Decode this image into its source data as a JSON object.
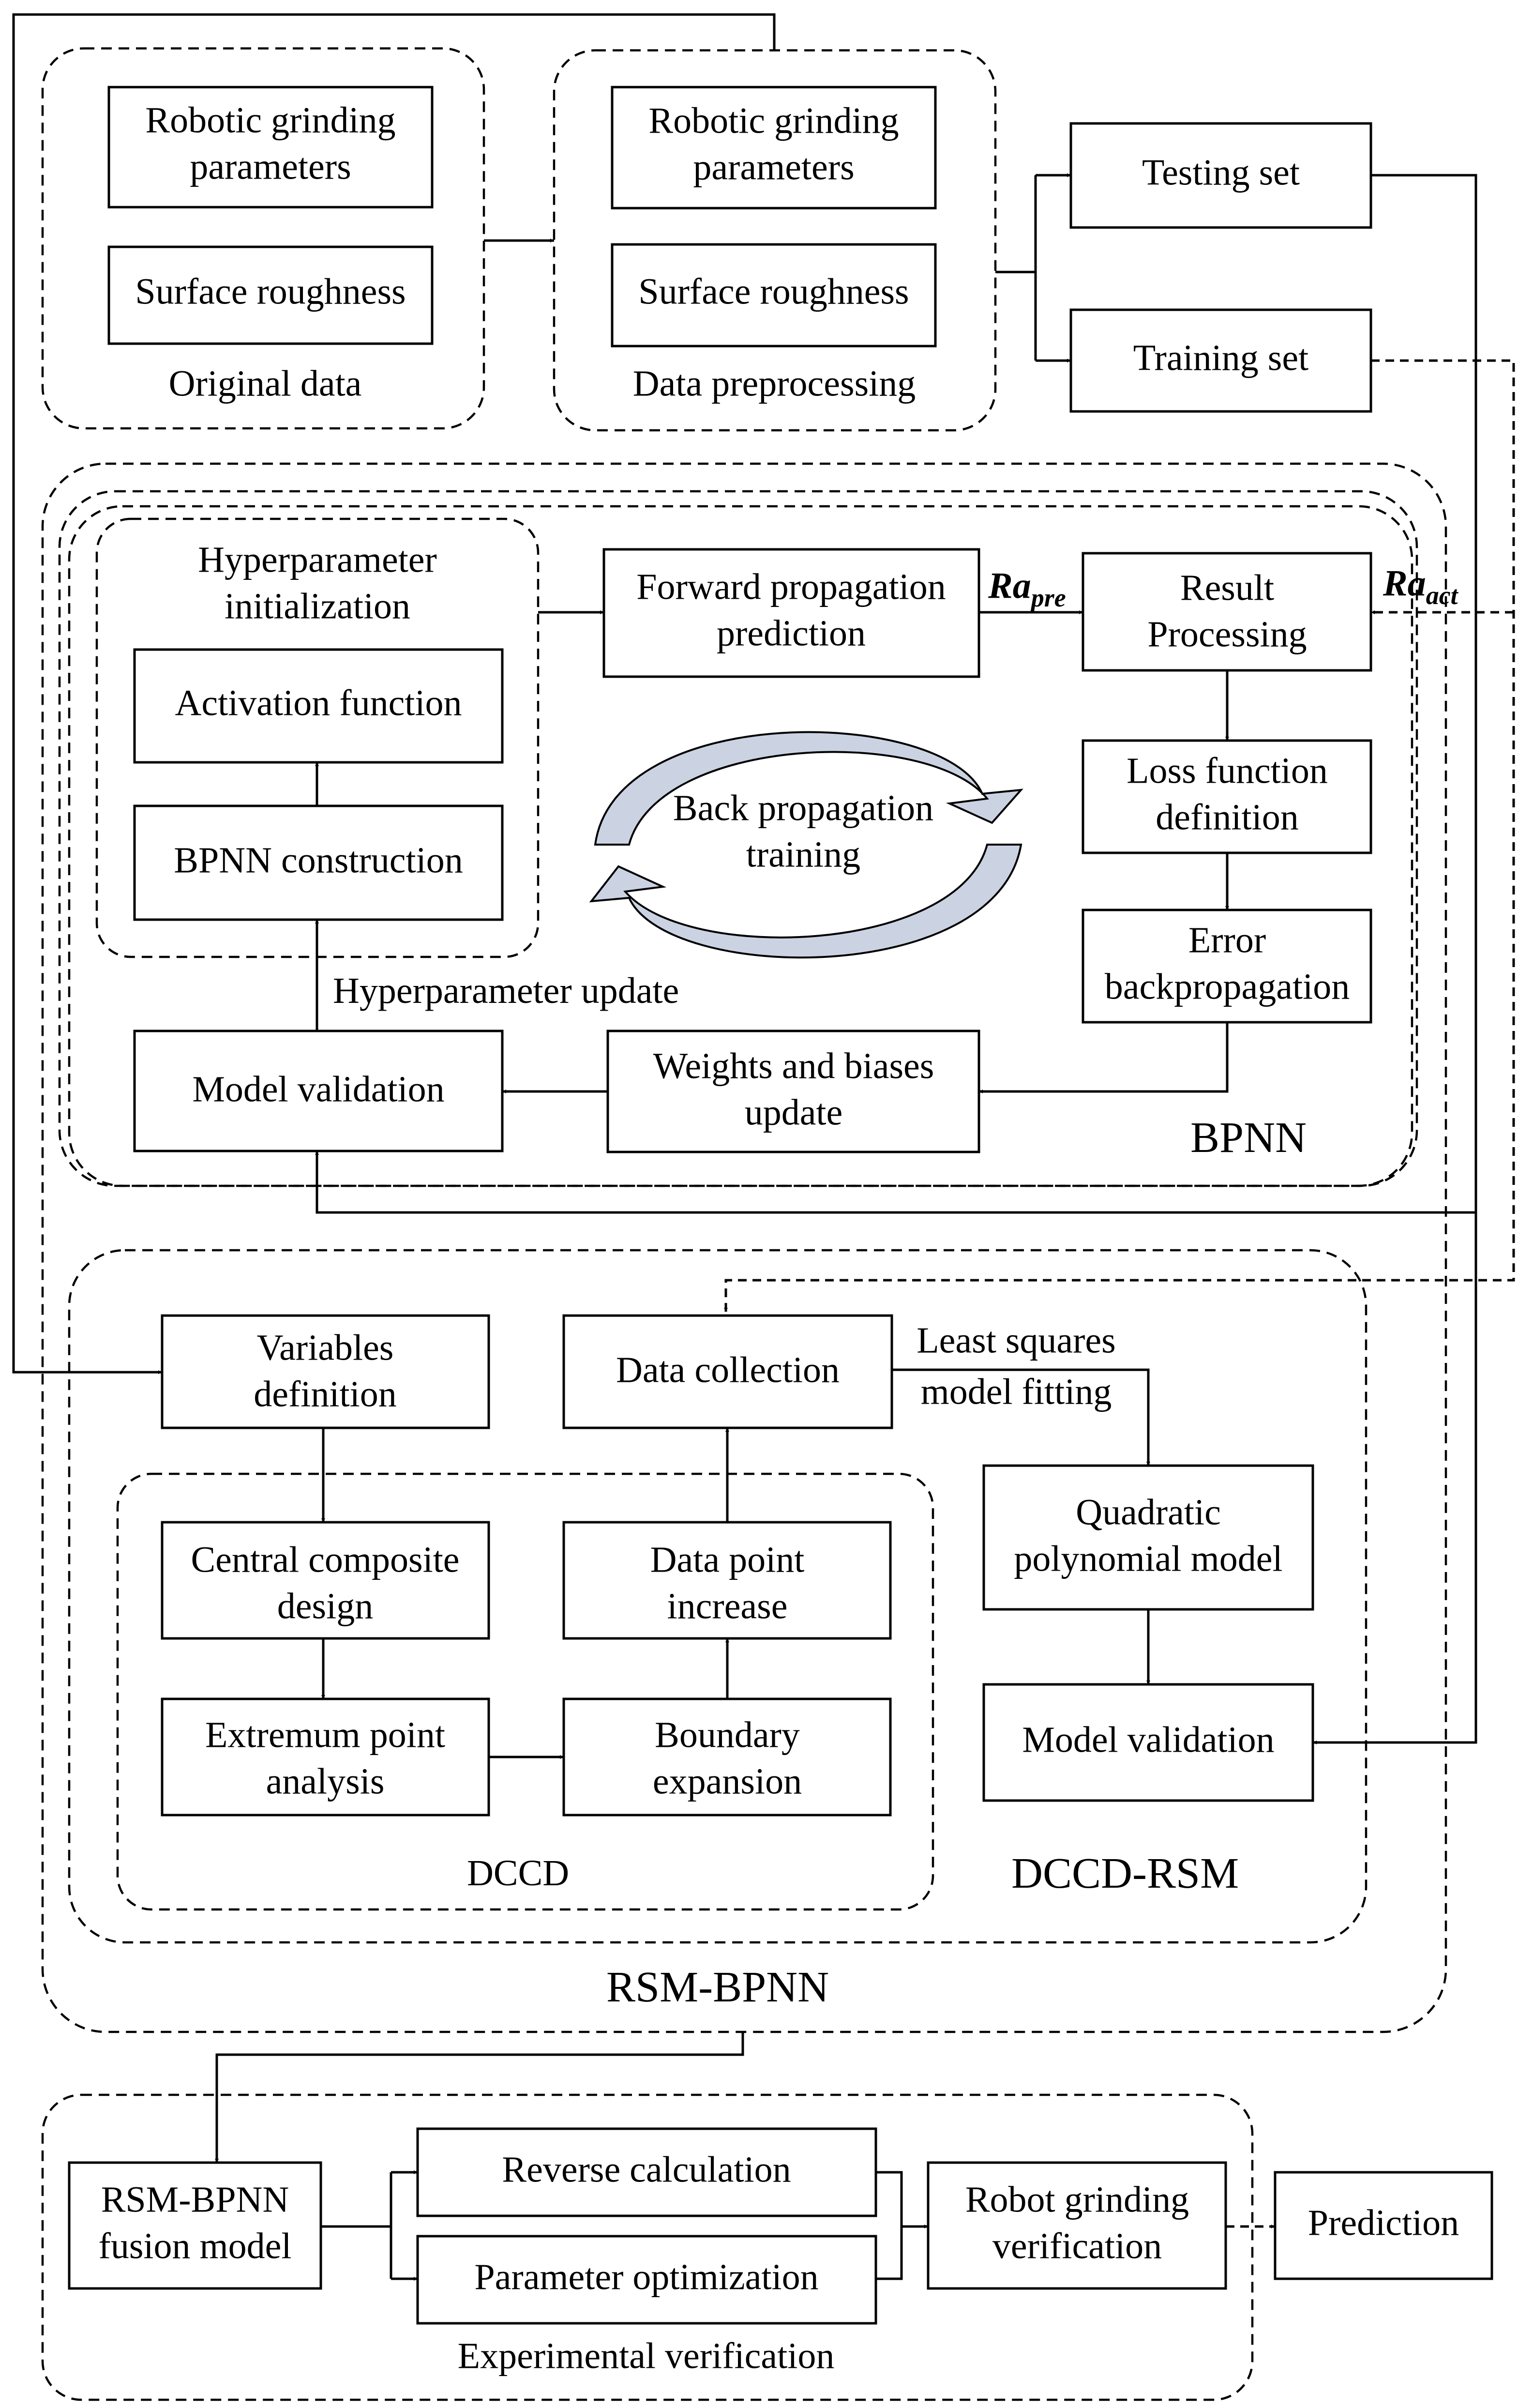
{
  "original_data": {
    "title": "Original data",
    "box1": [
      "Robotic grinding",
      "parameters"
    ],
    "box2": [
      "Surface roughness"
    ]
  },
  "preprocessing": {
    "title": "Data preprocessing",
    "box1": [
      "Robotic grinding",
      "parameters"
    ],
    "box2": [
      "Surface roughness"
    ]
  },
  "sets": {
    "testing": [
      "Testing set"
    ],
    "training": [
      "Training set"
    ]
  },
  "bpnn": {
    "title": "BPNN",
    "hyper_init": [
      "Hyperparameter",
      "initialization"
    ],
    "activation": [
      "Activation function"
    ],
    "construction": [
      "BPNN construction"
    ],
    "forward": [
      "Forward propagation",
      "prediction"
    ],
    "result": [
      "Result",
      "Processing"
    ],
    "loss": [
      "Loss function",
      "definition"
    ],
    "error": [
      "Error",
      "backpropagation"
    ],
    "weights": [
      "Weights and biases",
      "update"
    ],
    "validation": [
      "Model validation"
    ],
    "back_prop": [
      "Back propagation",
      "training"
    ],
    "hyper_update": "Hyperparameter update",
    "ra_pre": {
      "base": "Ra",
      "sub": "pre"
    },
    "ra_act": {
      "base": "Ra",
      "sub": "act"
    }
  },
  "dccd_rsm": {
    "title": "DCCD-RSM",
    "dccd_title": "DCCD",
    "variables": [
      "Variables",
      "definition"
    ],
    "data_collection": [
      "Data collection"
    ],
    "least_squares": [
      "Least squares",
      "model fitting"
    ],
    "quadratic": [
      "Quadratic",
      "polynomial model"
    ],
    "central": [
      "Central composite",
      "design"
    ],
    "extremum": [
      "Extremum point",
      "analysis"
    ],
    "boundary": [
      "Boundary",
      "expansion"
    ],
    "data_point": [
      "Data point",
      "increase"
    ],
    "validation": [
      "Model validation"
    ]
  },
  "rsm_bpnn_title": "RSM-BPNN",
  "experimental": {
    "title": "Experimental verification",
    "fusion": [
      "RSM-BPNN",
      "fusion model"
    ],
    "reverse": [
      "Reverse calculation"
    ],
    "optimization": [
      "Parameter optimization"
    ],
    "robot": [
      "Robot grinding",
      "verification"
    ],
    "prediction": [
      "Prediction"
    ]
  }
}
